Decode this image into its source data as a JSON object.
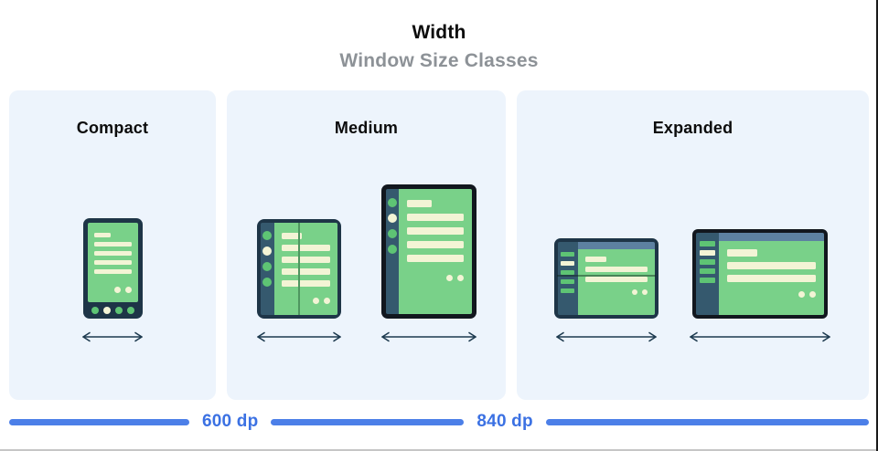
{
  "header": {
    "title": "Width",
    "subtitle": "Window Size Classes"
  },
  "panels": [
    {
      "label": "Compact",
      "devices": [
        "phone"
      ]
    },
    {
      "label": "Medium",
      "devices": [
        "foldable-open",
        "tablet-portrait"
      ]
    },
    {
      "label": "Expanded",
      "devices": [
        "tablet-landscape-foldable",
        "desktop-display"
      ]
    }
  ],
  "ruler": {
    "label_600": "600 dp",
    "label_840": "840 dp"
  },
  "icons": {
    "arrow": "double-headed-width-arrow"
  },
  "colors": {
    "panel_bg": "#edf4fc",
    "frame_navy": "#1e3547",
    "frame_black": "#12171e",
    "sidebar_teal": "#35596e",
    "topbar_slate": "#5d81a1",
    "screen_green": "#79d189",
    "content_cream": "#f3f4d5",
    "fold_line_green": "#4f9660",
    "arrow_navy": "#1d3a4f",
    "ruler_blue": "#4c7fe8",
    "ruler_text_blue": "#3b71e3",
    "subtitle_gray": "#8d9297"
  }
}
